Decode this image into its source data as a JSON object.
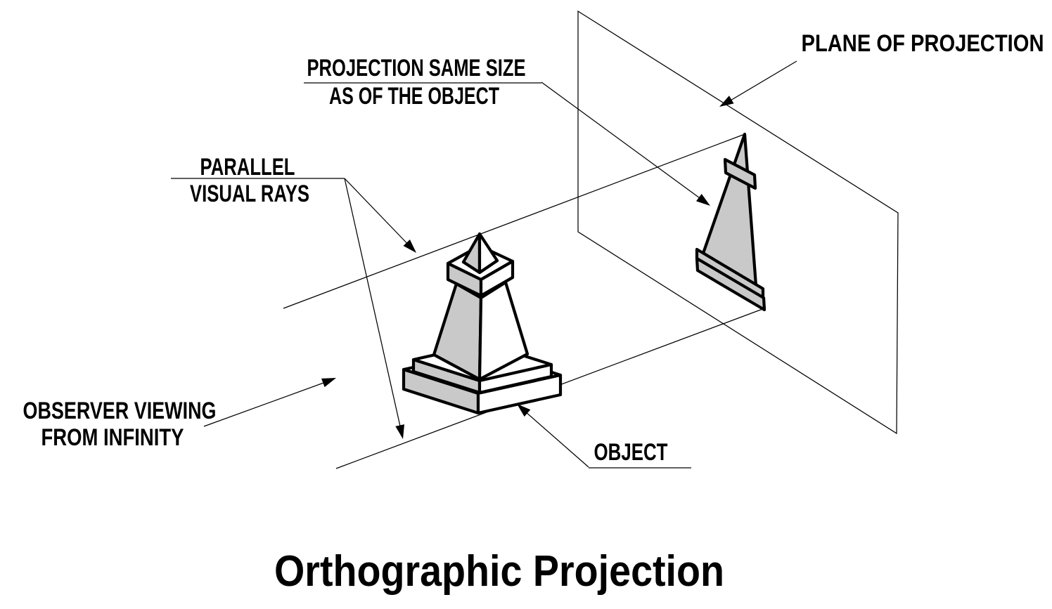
{
  "title": {
    "text": "Orthographic Projection"
  },
  "labels": {
    "projection_same_size": {
      "line1": "PROJECTION SAME SIZE",
      "line2": "AS OF THE OBJECT"
    },
    "plane_of_projection": {
      "line1": "PLANE OF PROJECTION"
    },
    "parallel_visual_rays": {
      "line1": "PARALLEL",
      "line2": "VISUAL RAYS"
    },
    "observer_viewing_from_infinity": {
      "line1": "OBSERVER VIEWING",
      "line2": "FROM INFINITY"
    },
    "object": {
      "line1": "OBJECT"
    }
  },
  "colors": {
    "background": "#ffffff",
    "line_color": "#000000",
    "shaded_face": "#c9c9c9",
    "light_face": "#ffffff"
  }
}
